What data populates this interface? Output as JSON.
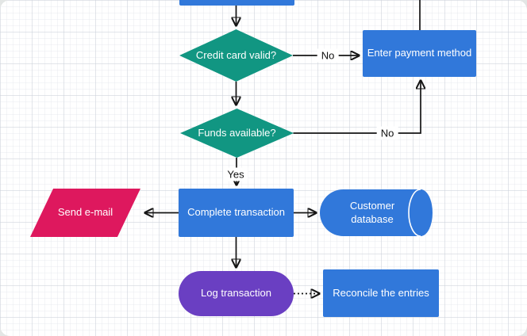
{
  "colors": {
    "teal": "#119682",
    "blue": "#3178DA",
    "purple": "#6A3FC2",
    "pink": "#DE185E",
    "line": "#151515",
    "node_text": "#FFFFFF",
    "edge_label_text": "#111111",
    "canvas_background": "#FFFFFF"
  },
  "nodes": {
    "start_partial": {
      "label": "",
      "shape": "process",
      "color": "#3178DA"
    },
    "credit_card_valid": {
      "label": "Credit card valid?",
      "shape": "decision",
      "color": "#119682"
    },
    "enter_payment_method": {
      "label": "Enter payment method",
      "shape": "process",
      "color": "#3178DA"
    },
    "funds_available": {
      "label": "Funds available?",
      "shape": "decision",
      "color": "#119682"
    },
    "complete_transaction": {
      "label": "Complete transaction",
      "shape": "process",
      "color": "#3178DA"
    },
    "send_email": {
      "label": "Send e-mail",
      "shape": "data",
      "color": "#DE185E"
    },
    "customer_database": {
      "label": "Customer database",
      "shape": "database",
      "color": "#3178DA"
    },
    "log_transaction": {
      "label": "Log transaction",
      "shape": "terminator",
      "color": "#6A3FC2"
    },
    "reconcile_entries": {
      "label": "Reconcile the entries",
      "shape": "process",
      "color": "#3178DA"
    }
  },
  "edge_labels": {
    "credit_card_no": "No",
    "funds_no": "No",
    "funds_yes": "Yes"
  }
}
